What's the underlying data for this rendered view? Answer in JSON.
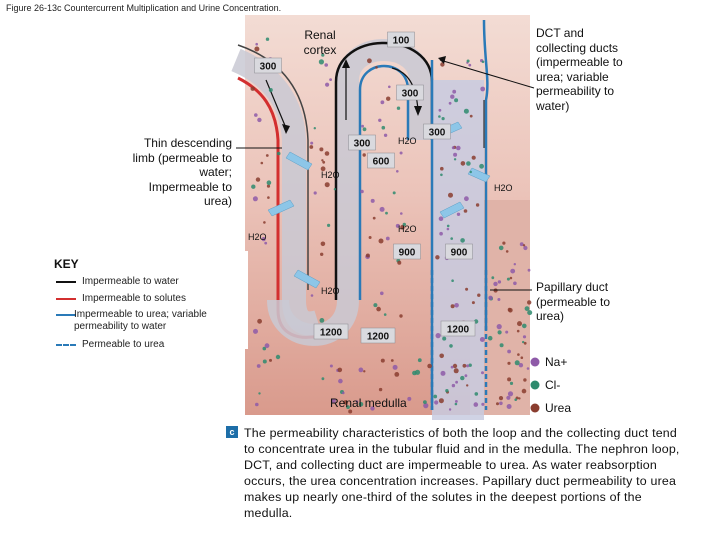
{
  "figure_title": "Figure 26-13c Countercurrent Multiplication and Urine Concentration.",
  "labels": {
    "renal_cortex": "Renal cortex",
    "dct_label": "DCT and collecting ducts (impermeable to urea; variable permeability to water)",
    "thin_descending": "Thin descending limb (permeable to water; Impermeable to urea)",
    "papillary_duct": "Papillary duct (permeable to urea)",
    "renal_medulla": "Renal medulla"
  },
  "concentrations": [
    "100",
    "300",
    "300",
    "300",
    "300",
    "600",
    "900",
    "900",
    "1200",
    "1200",
    "1200"
  ],
  "water_label": "H2O",
  "key": {
    "title": "KEY",
    "items": [
      {
        "label": "Impermeable to water",
        "color": "#111111",
        "style": "solid"
      },
      {
        "label": "Impermeable to solutes",
        "color": "#d32f2f",
        "style": "solid"
      },
      {
        "label": "Impermeable to urea; variable permeability to water",
        "color": "#2a7ab8",
        "style": "solid"
      },
      {
        "label": "Permeable to urea",
        "color": "#2a7ab8",
        "style": "dashed"
      }
    ]
  },
  "legend": [
    {
      "label": "Na+",
      "color": "#8e5aa8"
    },
    {
      "label": "Cl-",
      "color": "#2e8b6e"
    },
    {
      "label": "Urea",
      "color": "#8a3d2f"
    }
  ],
  "caption": {
    "badge": "c",
    "text": "The permeability characteristics of both the loop and the collecting duct tend to concentrate urea in the tubular fluid and in the medulla. The nephron loop, DCT, and collecting duct are impermeable to urea. As water reabsorption occurs, the urea concentration increases. Papillary duct permeability to urea makes up nearly one-third of the solutes in the deepest portions of the medulla."
  }
}
